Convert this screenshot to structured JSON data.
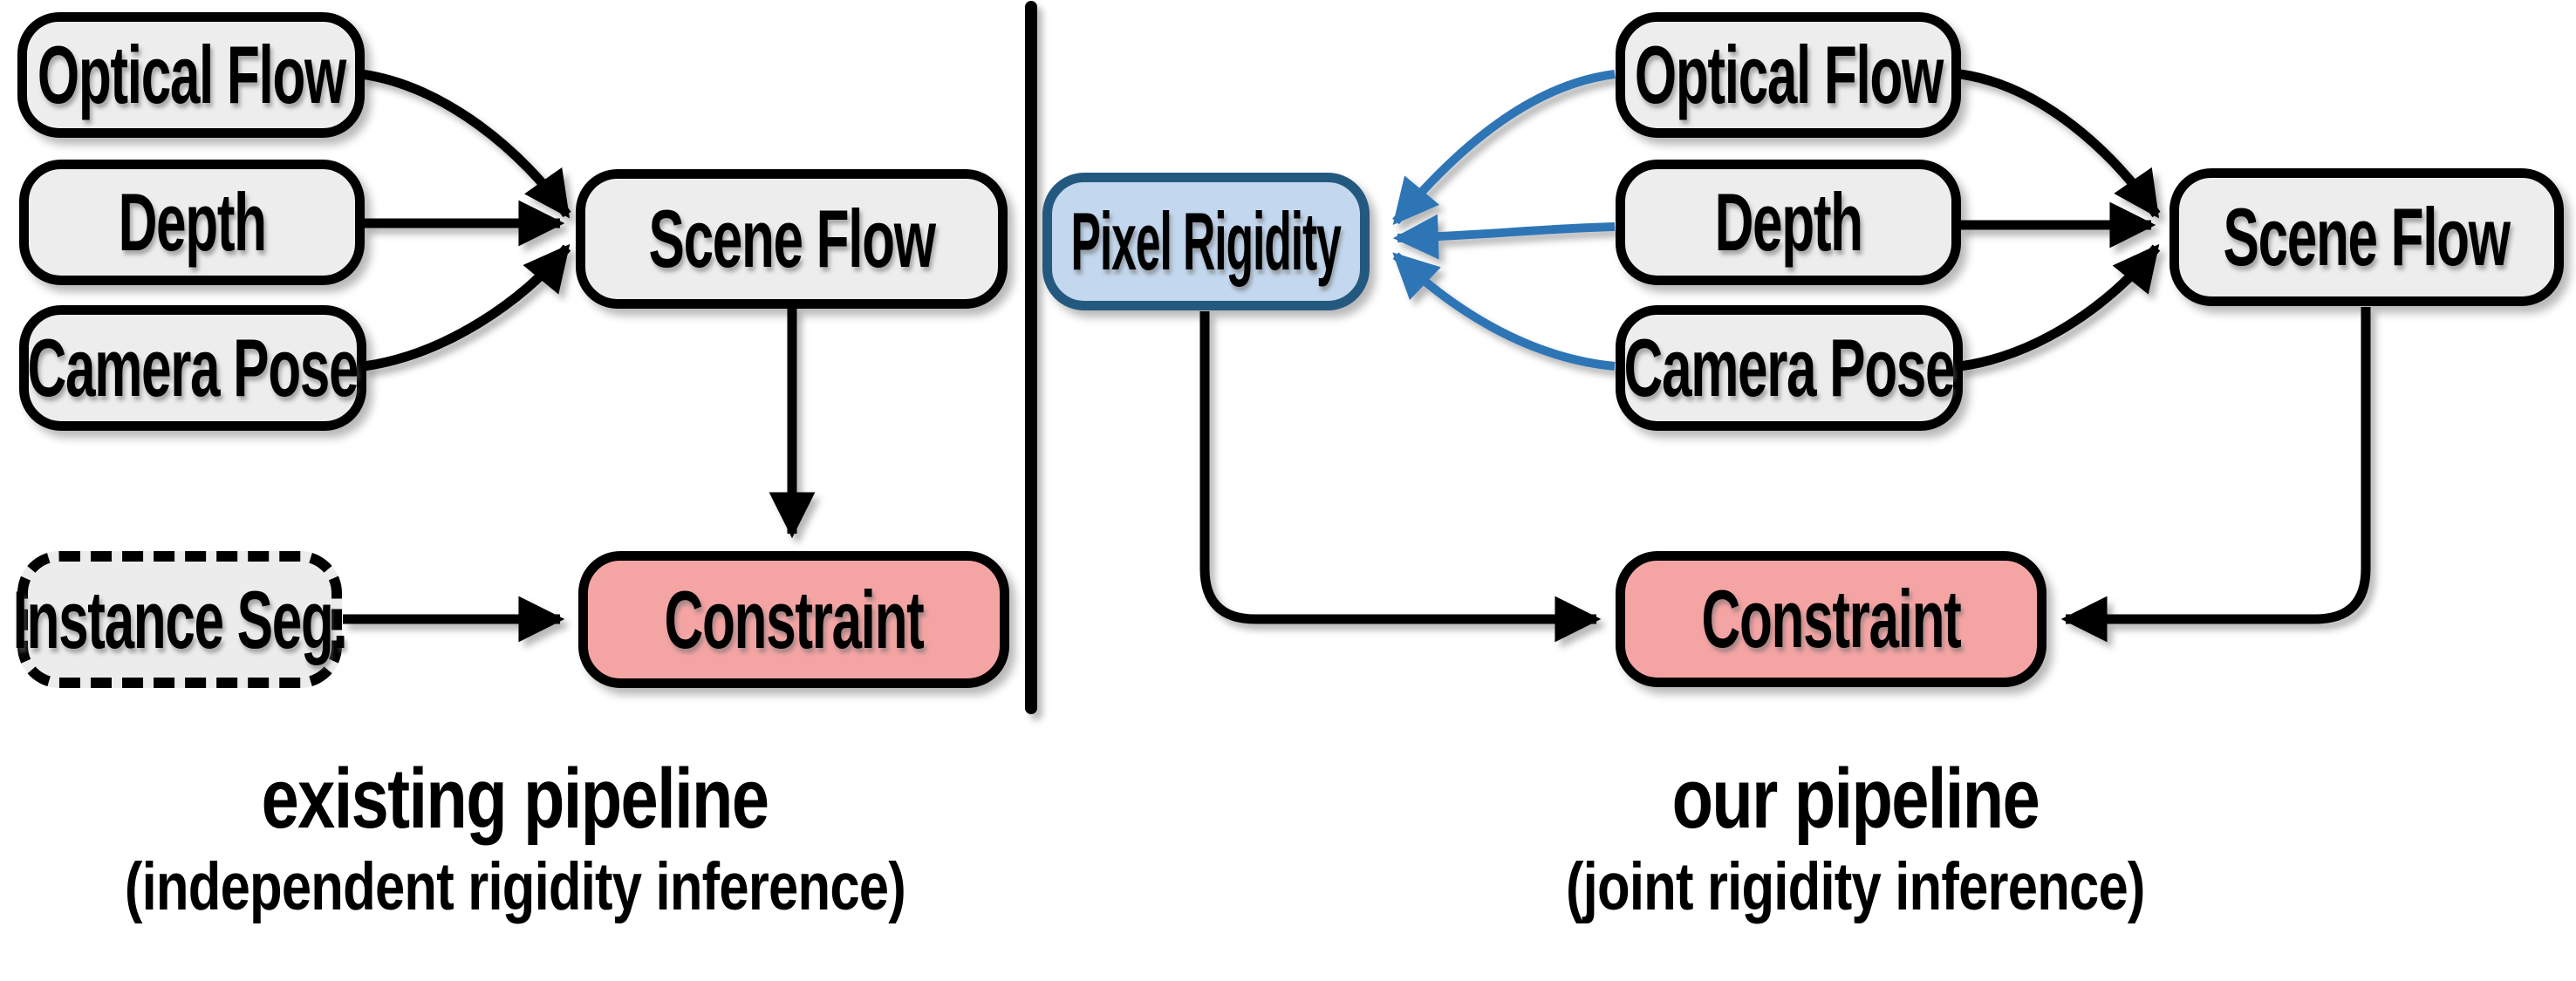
{
  "figure": {
    "left_panel": {
      "boxes": {
        "optical_flow": {
          "label": "Optical Flow"
        },
        "depth": {
          "label": "Depth"
        },
        "camera_pose": {
          "label": "Camera Pose"
        },
        "scene_flow": {
          "label": "Scene Flow"
        },
        "instance_seg": {
          "label": "Instance Seg."
        },
        "constraint": {
          "label": "Constraint"
        }
      },
      "caption": {
        "title": "existing pipeline",
        "subtitle": "(independent rigidity inference)"
      }
    },
    "right_panel": {
      "boxes": {
        "pixel_rigidity": {
          "label": "Pixel Rigidity"
        },
        "optical_flow": {
          "label": "Optical Flow"
        },
        "depth": {
          "label": "Depth"
        },
        "camera_pose": {
          "label": "Camera Pose"
        },
        "scene_flow": {
          "label": "Scene Flow"
        },
        "constraint": {
          "label": "Constraint"
        }
      },
      "caption": {
        "title": "our pipeline",
        "subtitle": "(joint rigidity inference)"
      }
    },
    "colors": {
      "node_gray_fill": "#EDEDED",
      "node_border_black": "#000000",
      "constraint_pink_fill": "#F5A4A4",
      "rigidity_blue_fill": "#C3D7EE",
      "rigidity_blue_border": "#24597F",
      "blue_arrow": "#2E75B6",
      "black_arrow": "#000000"
    }
  }
}
